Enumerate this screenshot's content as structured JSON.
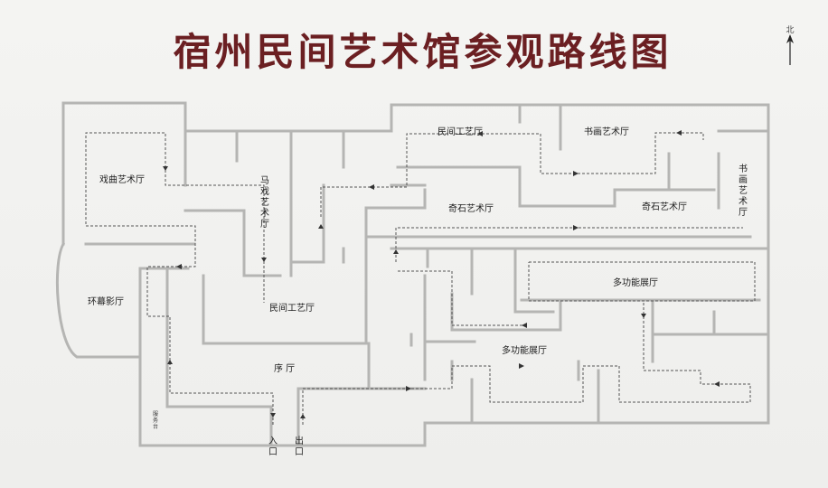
{
  "title": "宿州民间艺术馆参观路线图",
  "compass": {
    "label": "北",
    "icon": "north-arrow-icon"
  },
  "rooms": {
    "opera_hall": "戏曲艺术厅",
    "circus_hall": "马戏艺术厅",
    "folk_craft_hall_top": "民间工艺厅",
    "calligraphy_hall_top": "书画艺术厅",
    "calligraphy_hall_side": "书画艺术厅",
    "rare_stone_hall_left": "奇石艺术厅",
    "rare_stone_hall_right": "奇石艺术厅",
    "multi_hall_upper": "多功能展厅",
    "multi_hall_lower": "多功能展厅",
    "folk_craft_hall_bottom": "民间工艺厅",
    "panorama_hall": "环幕影厅",
    "prelude_hall": "序 厅",
    "service_desk": "服务台",
    "entrance": "入口",
    "exit": "出口"
  },
  "colors": {
    "title": "#6b1f22",
    "walls": "#b5b5b3",
    "route": "#555555",
    "background": "#f1f1ef"
  }
}
